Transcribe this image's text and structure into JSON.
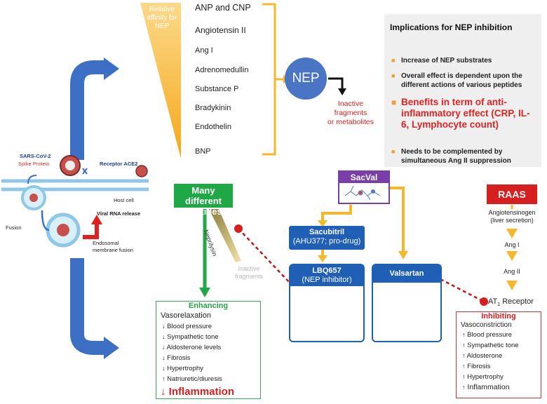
{
  "affinity_label": "Relative affinity for NEP",
  "peptides": [
    "ANP and CNP",
    "Angiotensin II",
    "Ang I",
    "Adrenomedullin",
    "Substance P",
    "Bradykinin",
    "Endothelin",
    "BNP"
  ],
  "nep": "NEP",
  "inactive_products": [
    "Inactive",
    "fragments",
    "or metabolites"
  ],
  "implications": {
    "title": "Implications for NEP inhibition",
    "items": [
      "Increase of NEP substrates",
      "Overall effect is dependent upon the different actions of various peptides",
      "Benefits in term of anti-inflammatory effect (CRP, IL-6, Lymphocyte count)",
      "Needs to be complemented by simultaneous  Ang II suppression"
    ]
  },
  "cell_labels": {
    "sars": "SARS-CoV-2",
    "spike": "Spike Protein",
    "receptor": "Receptor ACE2",
    "host": "Host cell",
    "fusion": "Fusion",
    "viral_rna": "Viral RNA release",
    "endosomal": "Endosomal membrane fusion"
  },
  "many_peptides": "Many different peptides",
  "neprilysin": "Neprilysin",
  "inactive_fragments": "Inactive fragments",
  "sacval": "SacVal",
  "sacubitril": {
    "name": "Sacubitril",
    "sub": "(AHU377; pro-drug)"
  },
  "lbq657": {
    "name": "LBQ657",
    "sub": "(NEP inhibitor)"
  },
  "valsartan": "Valsartan",
  "raas": {
    "title": "RAAS",
    "chain": [
      "Angiotensinogen",
      "(liver secretion)",
      "Ang I",
      "Ang II"
    ],
    "receptor_prefix": "AT",
    "receptor_sub": "1",
    "receptor_suffix": " Receptor"
  },
  "enhancing": {
    "title": "Enhancing",
    "heading": "Vasorelaxation",
    "items": [
      "Blood pressure",
      "Sympathetic tone",
      "Aldosterone levels",
      "Fibrosis",
      "Hypertrophy",
      "Natriuretic/diuresis"
    ],
    "arrows": [
      "↓",
      "↓",
      "↓",
      "↓",
      "↓",
      "↑"
    ],
    "final": "Inflammation",
    "final_arrow": "↓"
  },
  "inhibiting": {
    "title": "Inhibiting",
    "heading": "Vasoconstriction",
    "items": [
      "Blood pressure",
      "Sympathetic tone",
      "Aldosterone",
      "Fibrosis",
      "Hypertrophy",
      "Inflammation"
    ],
    "arrows": [
      "↑",
      "↑",
      "↑",
      "↑",
      "↑",
      "↑"
    ]
  },
  "colors": {
    "orange": "#f5b82a",
    "blue": "#1f5fb5",
    "green": "#21a846",
    "red": "#d61f1f",
    "purple": "#7a3fa6"
  }
}
